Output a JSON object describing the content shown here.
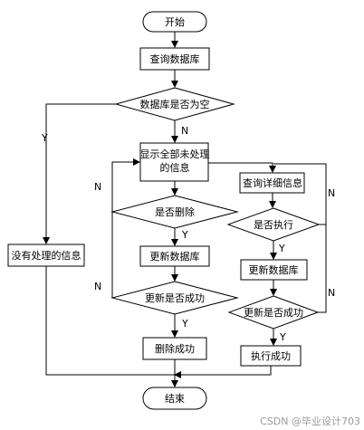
{
  "nodes": {
    "start": "开始",
    "query_db": "查询数据库",
    "db_empty": "数据库是否为空",
    "no_info": "没有处理的信息",
    "show_line1": "显示全部未处理",
    "show_line2": "的信息",
    "is_delete": "是否删除",
    "update_db_left": "更新数据库",
    "update_ok_left": "更新是否成功",
    "delete_ok": "删除成功",
    "query_detail": "查询详细信息",
    "is_execute": "是否执行",
    "update_db_right": "更新数据库",
    "update_ok_right": "更新是否成功",
    "execute_ok": "执行成功",
    "end": "结束"
  },
  "edges": {
    "yes": "Y",
    "no": "N"
  },
  "footer": {
    "watermark": "CSDN @毕业设计703"
  }
}
